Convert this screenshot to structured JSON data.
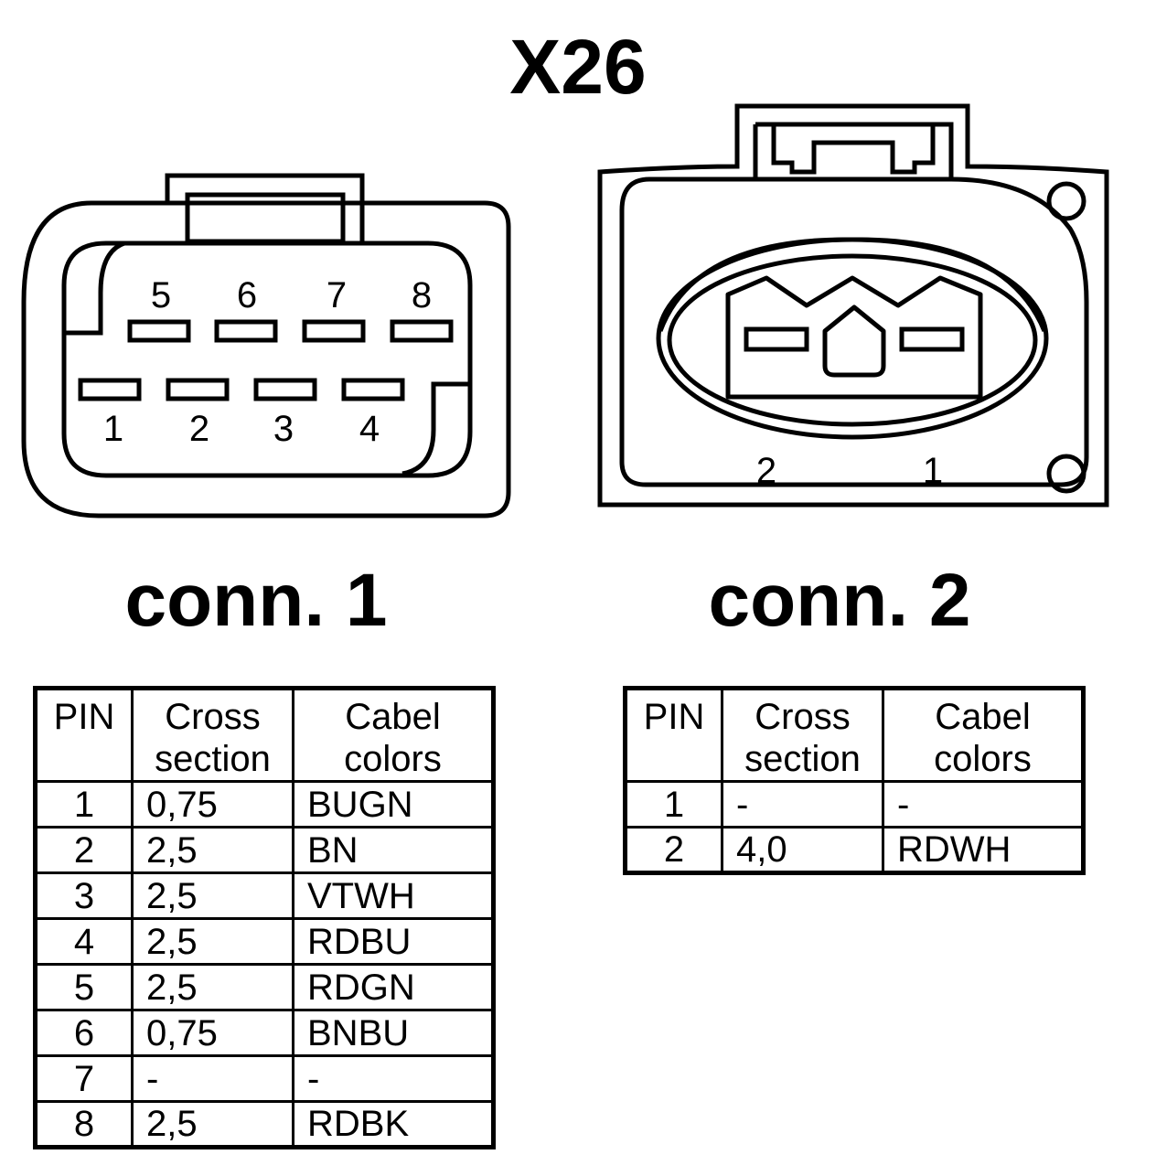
{
  "title": "X26",
  "conn1": {
    "label": "conn. 1",
    "pins_top": [
      "5",
      "6",
      "7",
      "8"
    ],
    "pins_bottom": [
      "1",
      "2",
      "3",
      "4"
    ],
    "table": {
      "headers": {
        "pin": "PIN",
        "cross_1": "Cross",
        "cross_2": "section",
        "colors_1": "Cabel",
        "colors_2": "colors"
      },
      "rows": [
        {
          "pin": "1",
          "cross": "0,75",
          "color": "BUGN"
        },
        {
          "pin": "2",
          "cross": "2,5",
          "color": "BN"
        },
        {
          "pin": "3",
          "cross": "2,5",
          "color": "VTWH"
        },
        {
          "pin": "4",
          "cross": "2,5",
          "color": "RDBU"
        },
        {
          "pin": "5",
          "cross": "2,5",
          "color": "RDGN"
        },
        {
          "pin": "6",
          "cross": "0,75",
          "color": "BNBU"
        },
        {
          "pin": "7",
          "cross": "-",
          "color": "-"
        },
        {
          "pin": "8",
          "cross": "2,5",
          "color": "RDBK"
        }
      ]
    }
  },
  "conn2": {
    "label": "conn. 2",
    "pins": [
      "2",
      "1"
    ],
    "table": {
      "headers": {
        "pin": "PIN",
        "cross_1": "Cross",
        "cross_2": "section",
        "colors_1": "Cabel",
        "colors_2": "colors"
      },
      "rows": [
        {
          "pin": "1",
          "cross": "-",
          "color": "-"
        },
        {
          "pin": "2",
          "cross": "4,0",
          "color": "RDWH"
        }
      ]
    }
  }
}
